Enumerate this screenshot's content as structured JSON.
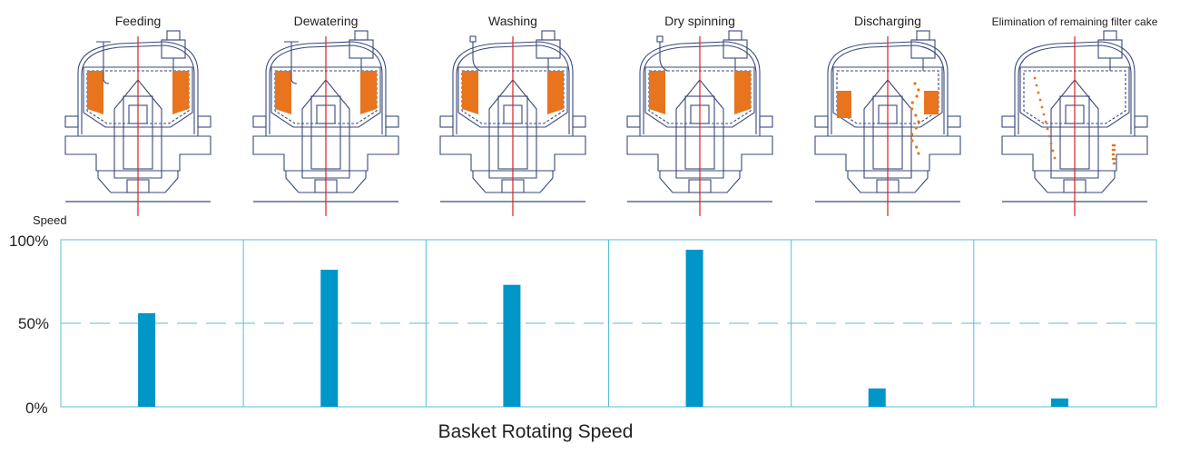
{
  "stages": [
    {
      "label": "Feeding",
      "speed": 56,
      "cake": "full",
      "pipe": "pipe"
    },
    {
      "label": "Dewatering",
      "speed": 82,
      "cake": "full",
      "pipe": "pipe"
    },
    {
      "label": "Washing",
      "speed": 73,
      "cake": "full",
      "pipe": "nozzle"
    },
    {
      "label": "Dry spinning",
      "speed": 94,
      "cake": "full",
      "pipe": "nozzle"
    },
    {
      "label": "Discharging",
      "speed": 11,
      "cake": "partial",
      "pipe": "none"
    },
    {
      "label": "Elimination of remaining filter cake",
      "speed": 5,
      "cake": "none",
      "pipe": "none"
    }
  ],
  "chart_data": {
    "type": "bar",
    "categories": [
      "Feeding",
      "Dewatering",
      "Washing",
      "Dry spinning",
      "Discharging",
      "Elimination of remaining filter cake"
    ],
    "values": [
      56,
      82,
      73,
      94,
      11,
      5
    ],
    "title": "",
    "xlabel": "Basket Rotating Speed",
    "ylabel": "Speed",
    "ylim": [
      0,
      100
    ],
    "yticks": [
      "0%",
      "50%",
      "100%"
    ],
    "reference_line": 50,
    "units": "%"
  },
  "colors": {
    "bar": "#0096c8",
    "grid": "#56bfd8",
    "axis_line": "#e02020",
    "cake": "#e8741e",
    "machine": "#3a4a7a"
  }
}
